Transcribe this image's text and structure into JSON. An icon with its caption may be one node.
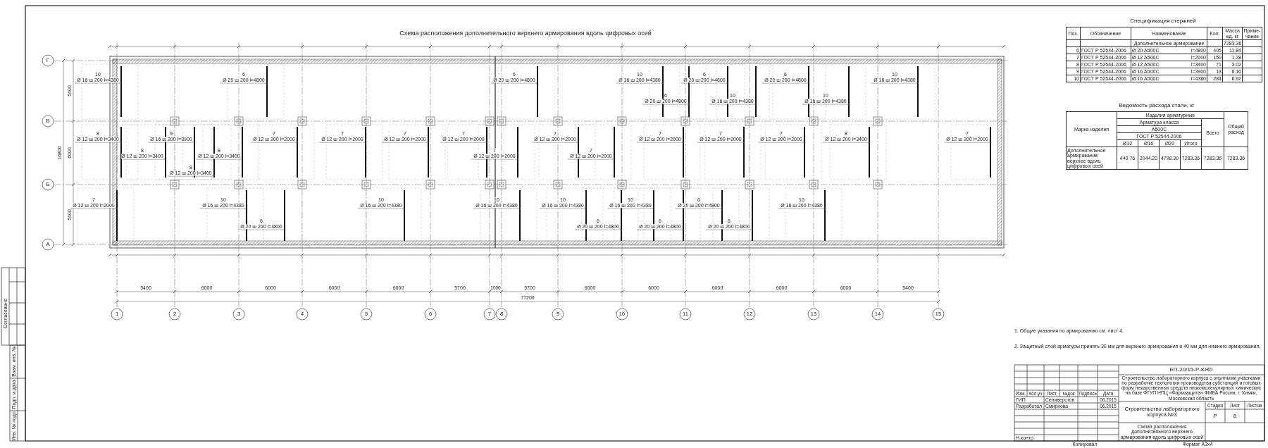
{
  "diagram": {
    "title": "Схема расположения дополнительного верхнего армирования вдоль цифровых осей",
    "labels": [
      "Г",
      "В",
      "Б",
      "А",
      "5400",
      "6000",
      "5400",
      "16800",
      "10",
      "Ø 16 ш 200 l=4380",
      "6",
      "Ø 20 ш 200 l=4800",
      "6",
      "Ø 20 ш 200 l=4800",
      "10",
      "Ø 16 ш 200 l=4380",
      "6",
      "Ø 20 ш 200 l=4800",
      "6",
      "Ø 20 ш 200 l=4800",
      "10",
      "Ø 16 ш 200 l=4380",
      "6",
      "Ø 20 ш 200 l=4800",
      "10",
      "Ø 16 ш 200 l=4380",
      "10",
      "Ø 16 ш 200 l=4380",
      "8",
      "Ø 12 ш 200 l=3400",
      "8",
      "Ø 12 ш 200 l=3400",
      "9",
      "Ø 16 ш 200 l=3900",
      "8",
      "Ø 12 ш 200 l=3400",
      "8",
      "Ø 12 ш 200 l=3400",
      "7",
      "Ø 12 ш 200 l=2000",
      "7",
      "Ø 12 ш 200 l=2000",
      "7",
      "Ø 12 ш 200 l=2000",
      "7",
      "Ø 12 ш 200 l=2000",
      "7",
      "Ø 12 ш 200 l=2000",
      "7",
      "Ø 12 ш 200 l=2000",
      "7",
      "Ø 12 ш 200 l=2000",
      "7",
      "Ø 12 ш 200 l=2000",
      "7",
      "Ø 12 ш 200 l=2000",
      "7",
      "Ø 12 ш 200 l=2000",
      "8",
      "Ø 12 ш 200 l=3400",
      "7",
      "Ø 12 ш 200 l=2000",
      "7",
      "Ø 12 ш 200 l=2000",
      "10",
      "Ø 16 ш 200 l=4380",
      "6",
      "Ø 20 ш 200 l=4800",
      "10",
      "Ø 16 ш 200 l=4380",
      "10",
      "Ø 16 ш 200 l=4380",
      "10",
      "Ø 16 ш 200 l=4380",
      "6",
      "Ø 20 ш 200 l=4800",
      "10",
      "Ø 16 ш 200 l=4380",
      "6",
      "Ø 20 ш 200 l=4800",
      "6",
      "Ø 20 ш 200 l=4800",
      "6",
      "Ø 20 ш 200 l=4800",
      "10",
      "Ø 16 ш 200 l=4380",
      "5400",
      "6000",
      "6000",
      "6000",
      "6000",
      "5700",
      "1000",
      "5700",
      "6000",
      "6000",
      "6000",
      "6000",
      "6000",
      "5400",
      "77200",
      "1",
      "2",
      "3",
      "4",
      "5",
      "6",
      "7",
      "8",
      "9",
      "10",
      "11",
      "12",
      "13",
      "14",
      "15",
      "Спецификация стержней",
      "Поз.",
      "Обозначение",
      "Наименование",
      "Кол.",
      "Масса ед. кг",
      "Приме- чание",
      "Дополнительное армирование",
      "7283.36",
      "6",
      "ГОСТ Р 52544-2006",
      "Ø 20 А500С",
      "l=4800",
      "405",
      "11.84",
      "7",
      "ГОСТ Р 52544-2006",
      "Ø 12 А500С",
      "l=2000",
      "150",
      "1.78",
      "8",
      "ГОСТ Р 52544-2006",
      "Ø 12 А500С",
      "l=3400",
      "71",
      "3.02",
      "9",
      "ГОСТ Р 52544-2006",
      "Ø 16 А500С",
      "l=3900",
      "13",
      "6.16",
      "10",
      "ГОСТ Р 52544-2006",
      "Ø 16 А500С",
      "l=4380",
      "284",
      "6.92",
      "Ведомость расхода стали, кг",
      "Марка изделия",
      "Изделия арматурные",
      "Общий расход",
      "Арматура класса",
      "Всего",
      "А500С",
      "ГОСТ Р 52544-2006",
      "Ø12",
      "Ø16",
      "Ø20",
      "Итого",
      "Дополнительное армирование верхнее вдоль цифровых осей",
      "440.76",
      "2044.20",
      "4798.39",
      "7283.36",
      "7283.36",
      "7283.36",
      "1. Общие указания по армированию см. лист 4.",
      "2. Защитный слой арматуры принять 30 мм для верхнего армирования и 40 мм для нижнего армирования.",
      "ЕП-20/15-Р-КЖ0",
      "Строительство лабораторного корпуса с опытными участками по разработке технологии производства субстанций и готовых форм лекарственных средств низкомолекулярных химических на базе ФГУП НПЦ «Фармзащита» ФМБА России, г. Химки, Московская область",
      "Изм.",
      "Кол.уч",
      "Лист",
      "№док",
      "Подпись",
      "Дата",
      "ГИП",
      "Селиверстов",
      "06.2015",
      "Разработал",
      "Смирнова",
      "06.2015",
      "Н.контр.",
      "Строительство лабораторного корпуса №3",
      "Стадия",
      "Лист",
      "Листов",
      "Р",
      "8",
      "Схема расположения дополнительного верхнего армирования вдоль цифровых осей",
      "Копировал",
      "Формат А3х4",
      "Согласовано",
      "Взам. инв. №",
      "Подп. и дата",
      "Инв. № подл."
    ]
  }
}
